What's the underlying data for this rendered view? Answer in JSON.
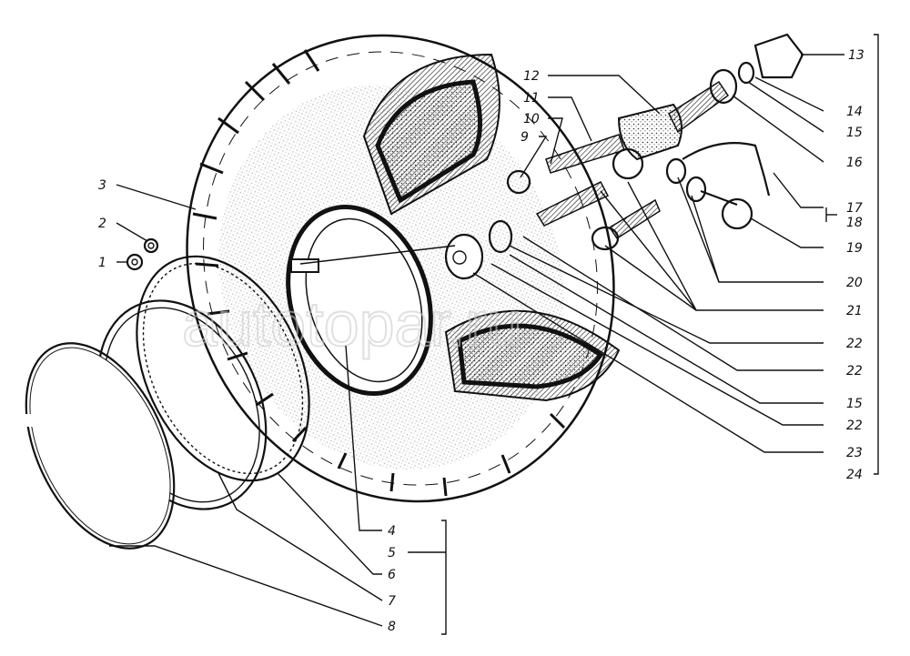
{
  "watermark": "autotopar.ru",
  "labels": {
    "p1": "1",
    "p2": "2",
    "p3": "3",
    "p4": "4",
    "p5": "5",
    "p6": "6",
    "p7": "7",
    "p8": "8",
    "p9": "9",
    "p10": "10",
    "p11": "11",
    "p12": "12",
    "p13": "13",
    "p14": "14",
    "p15a": "15",
    "p16": "16",
    "p17": "17",
    "p18": "18",
    "p19": "19",
    "p20": "20",
    "p21": "21",
    "p22a": "22",
    "p22b": "22",
    "p15b": "15",
    "p22c": "22",
    "p23": "23",
    "p24": "24"
  }
}
